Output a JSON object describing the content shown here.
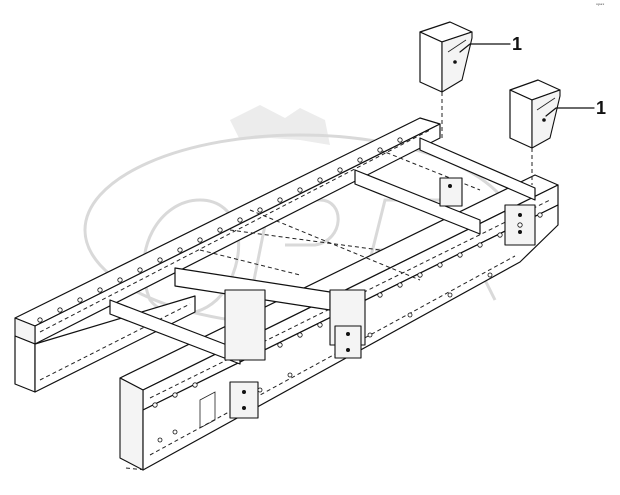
{
  "diagram": {
    "corner_mark": "ᵒᵖᵉˣ",
    "callouts": [
      {
        "label": "1",
        "part": "bracket"
      },
      {
        "label": "1",
        "part": "bracket"
      }
    ],
    "colors": {
      "line": "#111111",
      "watermark": "#d9d9d9",
      "background": "#ffffff"
    }
  }
}
